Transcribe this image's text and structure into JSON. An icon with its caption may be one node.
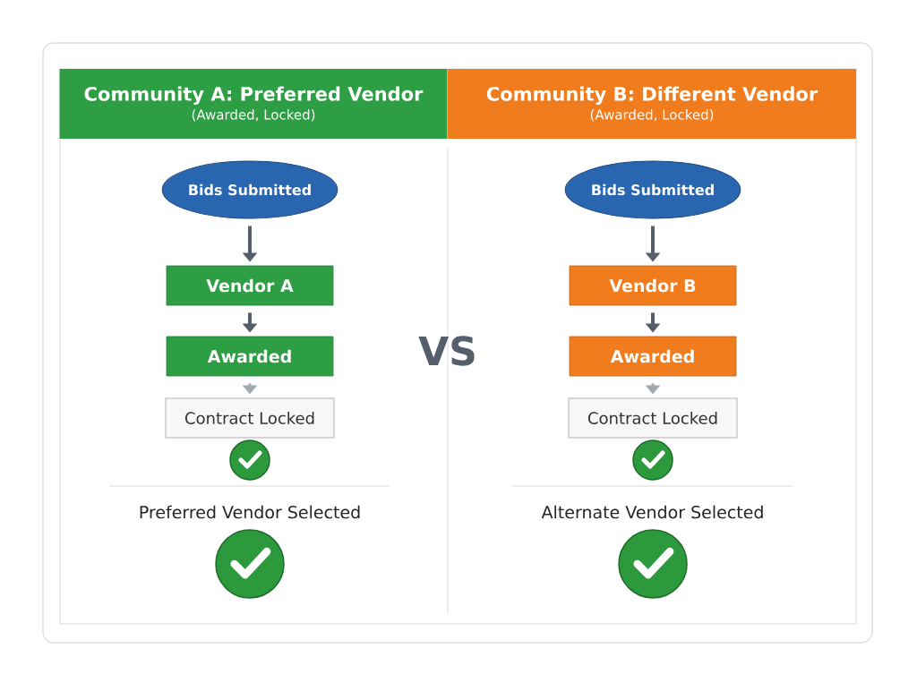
{
  "diagram": {
    "nodes": [
      {
        "text": [
          "Community A: Preferred Vendor",
          "(Awarded, Locked)"
        ]
      },
      {
        "text": [
          "Community B: Different Vendor",
          "(Awarded, Locked)"
        ]
      },
      {
        "text": [
          "Bids Submitted"
        ]
      },
      {
        "text": [
          "Vendor A"
        ]
      },
      {
        "text": [
          "Awarded"
        ]
      },
      {
        "text": [
          "Contract Locked"
        ]
      },
      {
        "text": [
          "Bids Submitted"
        ]
      },
      {
        "text": [
          "Vendor B"
        ]
      },
      {
        "text": [
          "Awarded"
        ]
      },
      {
        "text": [
          "Contract Locked"
        ]
      }
    ],
    "edges": [
      {
        "from": 2,
        "to": 3,
        "arrow": "to"
      },
      {
        "from": 3,
        "to": 4,
        "arrow": "to"
      },
      {
        "from": 4,
        "to": 5,
        "arrow": "to",
        "color": "#a3a8ad"
      },
      {
        "from": 6,
        "to": 7,
        "arrow": "to"
      },
      {
        "from": 7,
        "to": 8,
        "arrow": "to"
      },
      {
        "from": 8,
        "to": 9,
        "arrow": "to",
        "color": "#a3a8ad"
      }
    ],
    "labels": [
      "VS",
      "Preferred Vendor Selected",
      "Alternate Vendor Selected"
    ]
  }
}
